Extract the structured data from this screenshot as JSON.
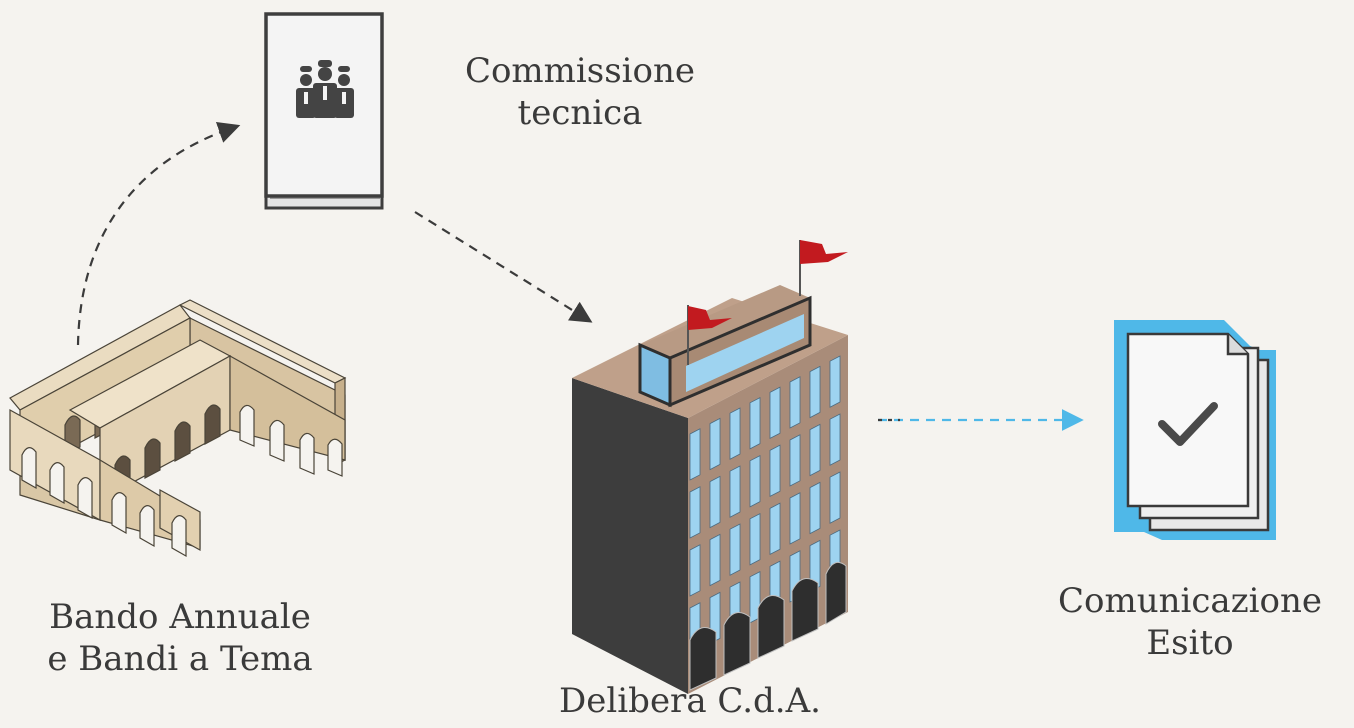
{
  "nodes": {
    "commissione": {
      "line1": "Commissione",
      "line2": "tecnica"
    },
    "bando": {
      "line1": "Bando Annuale",
      "line2": "e Bandi a Tema"
    },
    "delibera": {
      "line1": "Delibera C.d.A."
    },
    "comunicazione": {
      "line1": "Comunicazione",
      "line2": "Esito"
    }
  },
  "colors": {
    "background": "#f5f3ef",
    "arrow_dark": "#3b3b3b",
    "arrow_blue": "#4fb8e8",
    "flag_red": "#c21a1f",
    "window_blue": "#9ed3f0",
    "sandstone": "#e3d2b4"
  },
  "icons": {
    "book": "book-with-workers-icon",
    "arches": "arcade-building-icon",
    "building": "office-building-icon",
    "document": "approved-document-icon"
  }
}
